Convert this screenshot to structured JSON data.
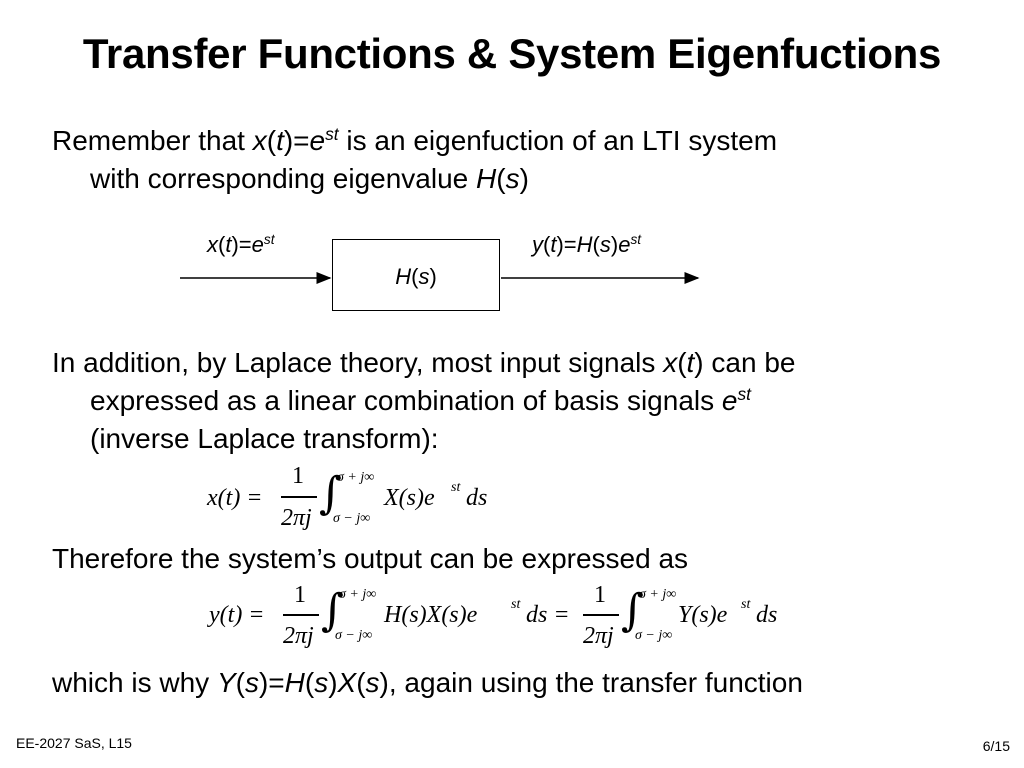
{
  "title": "Transfer Functions & System Eigenfuctions",
  "para1": {
    "pre": "Remember that ",
    "x": "x",
    "lp": "(",
    "t": "t",
    "rp": ")=",
    "e": "e",
    "sup": "st",
    "post": " is an eigenfuction of an LTI system",
    "line2_pre": "with corresponding eigenvalue ",
    "H": "H",
    "lp2": "(",
    "s": "s",
    "rp2": ")"
  },
  "diagram": {
    "input": {
      "x": "x",
      "lp": "(",
      "t": "t",
      "rp": ")=",
      "e": "e",
      "sup": "st"
    },
    "box": {
      "H": "H",
      "lp": "(",
      "s": "s",
      "rp": ")"
    },
    "output": {
      "y": "y",
      "lp": "(",
      "t": "t",
      "rp": ")=",
      "H": "H",
      "lp2": "(",
      "s": "s",
      "rp2": ")",
      "e": "e",
      "sup": "st"
    }
  },
  "para2": {
    "pre": "In addition, by Laplace theory, most input signals ",
    "x": "x",
    "lp": "(",
    "t": "t",
    "rp": ")",
    "post": " can be",
    "line2_pre": "expressed as a linear combination of basis signals ",
    "e": "e",
    "sup": "st",
    "line3": "(inverse Laplace transform):"
  },
  "eq1": {
    "lhs": "x(t) =",
    "num": "1",
    "den": "2πj",
    "upper": "σ + j∞",
    "lower": "σ − j∞",
    "integrand": "X(s)e",
    "sup": "st",
    "ds": "ds"
  },
  "para3": {
    "text": "Therefore the system’s output can be expressed as"
  },
  "eq2": {
    "lhs": "y(t) =",
    "num1": "1",
    "den1": "2πj",
    "upper1": "σ + j∞",
    "lower1": "σ − j∞",
    "integrand1": "H(s)X(s)e",
    "sup1": "st",
    "ds1": "ds =",
    "num2": "1",
    "den2": "2πj",
    "upper2": "σ + j∞",
    "lower2": "σ − j∞",
    "integrand2": "Y(s)e",
    "sup2": "st",
    "ds2": "ds"
  },
  "para4": {
    "pre": "which is why ",
    "Y": "Y",
    "lp1": "(",
    "s1": "s",
    "rp1": ")=",
    "H": "H",
    "lp2": "(",
    "s2": "s",
    "rp2": ")",
    "X": "X",
    "lp3": "(",
    "s3": "s",
    "rp3": ")",
    "post": ", again using the transfer function"
  },
  "footer": {
    "left": "EE-2027 SaS, L15",
    "right": "6/15"
  }
}
